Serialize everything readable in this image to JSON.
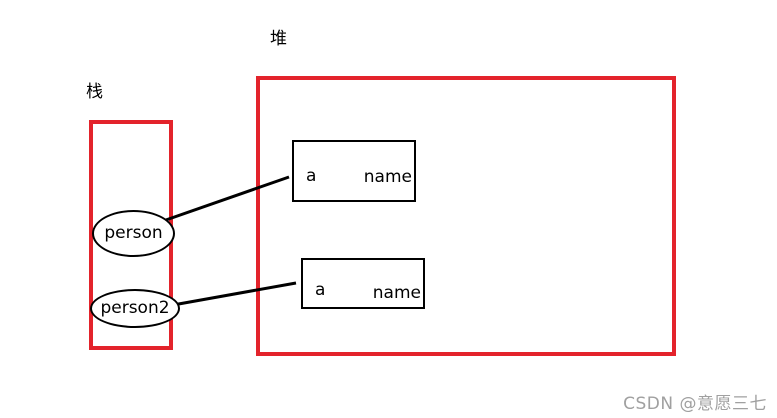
{
  "stack": {
    "label": "栈",
    "references": [
      {
        "name": "person"
      },
      {
        "name": "person2"
      }
    ]
  },
  "heap": {
    "label": "堆",
    "objects": [
      {
        "field_a": "a",
        "field_name": "name"
      },
      {
        "field_a": "a",
        "field_name": "name"
      }
    ]
  },
  "colors": {
    "region_border": "#e3232b",
    "object_border": "#000000",
    "watermark": "#a0a0a0"
  },
  "watermark": "CSDN @意愿三七"
}
